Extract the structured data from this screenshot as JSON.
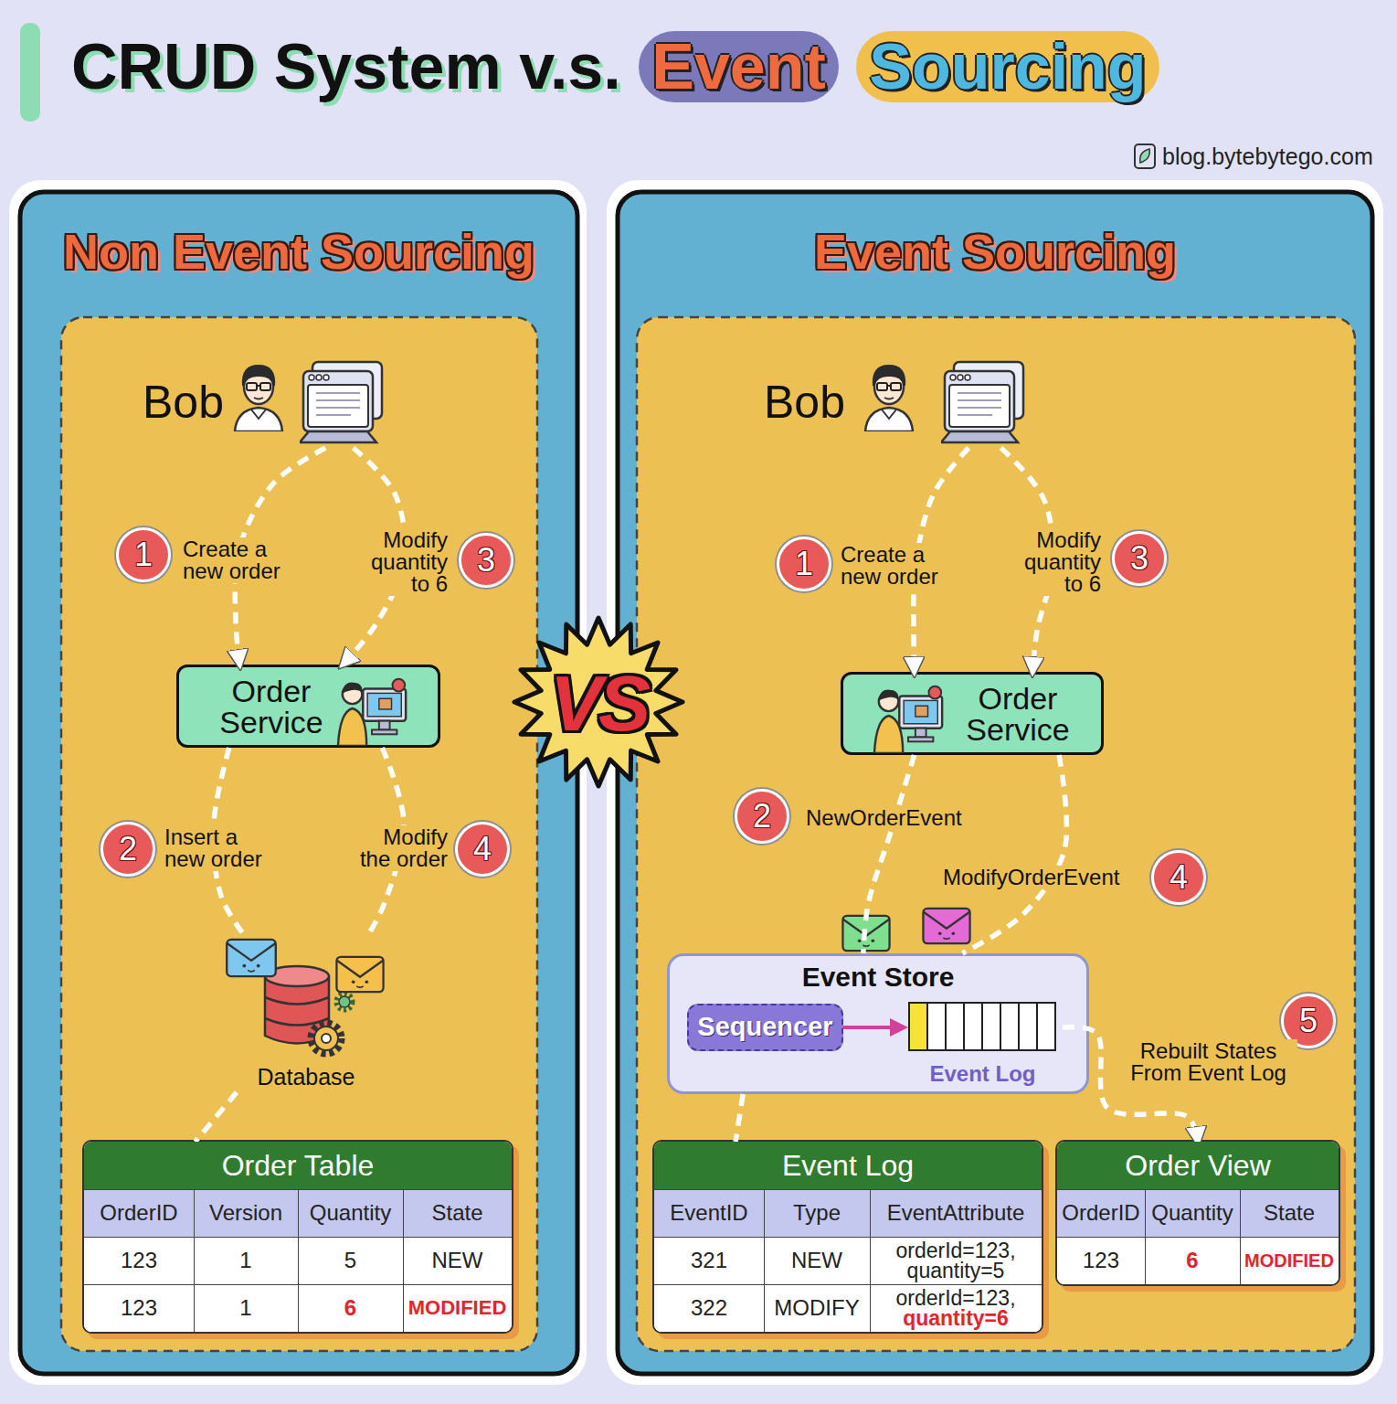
{
  "diagram": {
    "title": "CRUD System v.s. Event Sourcing",
    "nodes": [
      {
        "text": [
          "Non Event Sourcing"
        ]
      },
      {
        "text": [
          "Bob"
        ],
        "in": 0
      },
      {
        "text": [
          "Order Service"
        ],
        "in": 0
      },
      {
        "text": [
          "Database"
        ],
        "in": 0
      },
      {
        "text": [
          "Order Table"
        ],
        "in": 0
      },
      {
        "text": [
          "Event Sourcing"
        ]
      },
      {
        "text": [
          "Bob"
        ],
        "in": 5
      },
      {
        "text": [
          "Order Service"
        ],
        "in": 5
      },
      {
        "text": [
          "Event Store"
        ],
        "in": 5
      },
      {
        "text": [
          "Sequencer"
        ],
        "in": 8
      },
      {
        "text": [
          "Event Log"
        ],
        "in": 8
      },
      {
        "text": [
          "Event Log"
        ],
        "in": 5
      },
      {
        "text": [
          "Order View"
        ],
        "in": 5
      }
    ],
    "edges": [
      {
        "from": 1,
        "to": 2,
        "arrow": "to",
        "label": "Create a new order"
      },
      {
        "from": 1,
        "to": 2,
        "arrow": "to",
        "label": "Modify quantity to 6"
      },
      {
        "from": 2,
        "to": 3,
        "arrow": "none",
        "label": "Insert a new order"
      },
      {
        "from": 2,
        "to": 3,
        "arrow": "none",
        "label": "Modify the order"
      },
      {
        "from": 3,
        "to": 4,
        "arrow": "none"
      },
      {
        "from": 6,
        "to": 7,
        "arrow": "to",
        "label": "Create a new order"
      },
      {
        "from": 6,
        "to": 7,
        "arrow": "to",
        "label": "Modify quantity to 6"
      },
      {
        "from": 7,
        "to": 8,
        "arrow": "none",
        "label": "NewOrderEvent"
      },
      {
        "from": 7,
        "to": 8,
        "arrow": "none",
        "label": "ModifyOrderEvent"
      },
      {
        "from": 9,
        "to": 10,
        "arrow": "to"
      },
      {
        "from": 10,
        "to": 12,
        "arrow": "to",
        "label": "Rebuilt States From Event Log"
      },
      {
        "from": 8,
        "to": 11,
        "arrow": "none"
      }
    ],
    "labels": [
      "blog.bytebytego.com",
      "1",
      "3",
      "2",
      "4",
      "VS",
      "1",
      "3",
      "2",
      "4",
      "5",
      "OrderID",
      "Version",
      "Quantity",
      "State",
      "123",
      "1",
      "5",
      "NEW",
      "123",
      "1",
      "6",
      "MODIFIED",
      "EventID",
      "Type",
      "EventAttribute",
      "321",
      "NEW",
      "orderId=123, quantity=5",
      "322",
      "MODIFY",
      "orderId=123,",
      "quantity=6",
      "OrderID",
      "Quantity",
      "State",
      "123",
      "6",
      "MODIFIED"
    ]
  }
}
